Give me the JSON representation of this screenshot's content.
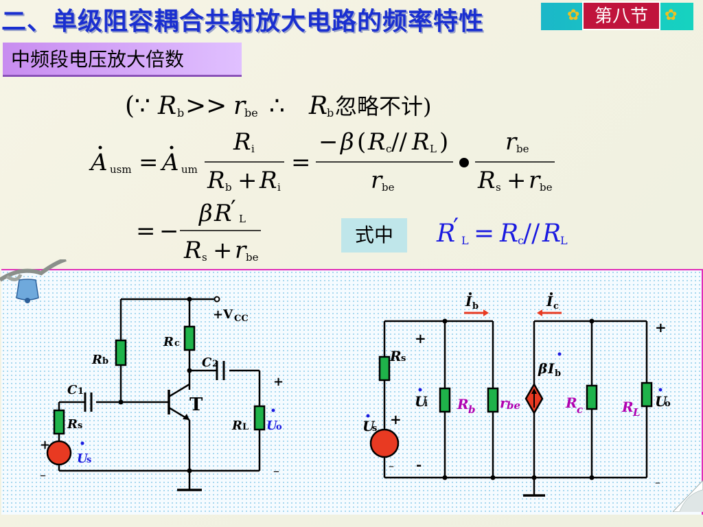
{
  "header": {
    "title": "二、单级阻容耦合共射放大电路的频率特性",
    "section_badge": "第八节",
    "subtitle": "中频段电压放大倍数"
  },
  "formula": {
    "line1": {
      "paren_open": "(∵ ",
      "Rb": "R",
      "b_sub": "b",
      "gg": " >> ",
      "rbe": "r",
      "be_sub": "be",
      "therefore": "   ∴ ",
      "Rb2": "R",
      "b2_sub": "b",
      "ignore": " 忽略不计)"
    },
    "line2": {
      "A": "A",
      "usm": "usm",
      "eq": "=",
      "A2": "A",
      "um": "um",
      "frac1_num_R": "R",
      "frac1_num_sub": "i",
      "frac1_den_R": "R",
      "frac1_den_sub1": "b",
      "frac1_den_plus": "+",
      "frac1_den_R2": "R",
      "frac1_den_sub2": "i",
      "eq2": "=",
      "frac2_num_minus": "−",
      "frac2_num_beta": "β",
      "frac2_num_paren": "(",
      "frac2_num_Rc": "R",
      "frac2_num_c": "c",
      "frac2_num_par": "//",
      "frac2_num_RL": "R",
      "frac2_num_L": "L",
      "frac2_num_close": ")",
      "frac2_den_r": "r",
      "frac2_den_sub": "be",
      "dot": "●",
      "frac3_num_r": "r",
      "frac3_num_sub": "be",
      "frac3_den_R": "R",
      "frac3_den_s": "s",
      "frac3_den_plus": "+",
      "frac3_den_r": "r",
      "frac3_den_be": "be"
    },
    "line3": {
      "eq": "=",
      "minus": "−",
      "beta": "β",
      "R": "R",
      "prime": "′",
      "L": "L",
      "den_R": "R",
      "den_s": "s",
      "den_plus": "+",
      "den_r": "r",
      "den_be": "be"
    },
    "shizhong": "式中",
    "def": {
      "R": "R",
      "prime": "′",
      "L": "L",
      "eq": "=",
      "Rc": "R",
      "c": "c",
      "par": "//",
      "RL": "R",
      "L2": "L"
    }
  },
  "circuit_left": {
    "vcc": "+V",
    "vcc_sub": "CC",
    "Rb": "R",
    "Rb_sub": "b",
    "Rc": "R",
    "Rc_sub": "c",
    "C1": "C",
    "C1_sub": "1",
    "C2": "C",
    "C2_sub": "2",
    "Rs": "R",
    "Rs_sub": "s",
    "RL": "R",
    "RL_sub": "L",
    "T": "T",
    "Uo": "U",
    "Uo_sub": "o",
    "Us": "U",
    "Us_sub": "s",
    "plus_out": "+",
    "minus_out": "–",
    "plus_in": "+",
    "minus_in": "–"
  },
  "circuit_right": {
    "Ib": "I",
    "Ib_sub": "b",
    "Ic": "I",
    "Ic_sub": "c",
    "Rs": "R",
    "Rs_sub": "s",
    "Ui": "U",
    "Ui_sub": "i",
    "Us": "U",
    "Us_sub": "s",
    "Rb": "R",
    "Rb_sub": "b",
    "rbe": "r",
    "rbe_sub": "be",
    "beta": "β",
    "bIb": "I",
    "bIb_sub": "b",
    "Rc": "R",
    "Rc_sub": "c",
    "RL": "R",
    "RL_sub": "L",
    "Uo": "U",
    "Uo_sub": "o",
    "plus_in": "+",
    "plus_src": "+",
    "minus_src": "–",
    "minus_in": "-",
    "plus_out": "+",
    "minus_out": "–"
  },
  "colors": {
    "title": "#1a2fd0",
    "resistor": "#1fb34a",
    "source": "#e83a22",
    "magenta": "#b000b0",
    "blue": "#1a1ae0",
    "badge": "#c0143c"
  }
}
